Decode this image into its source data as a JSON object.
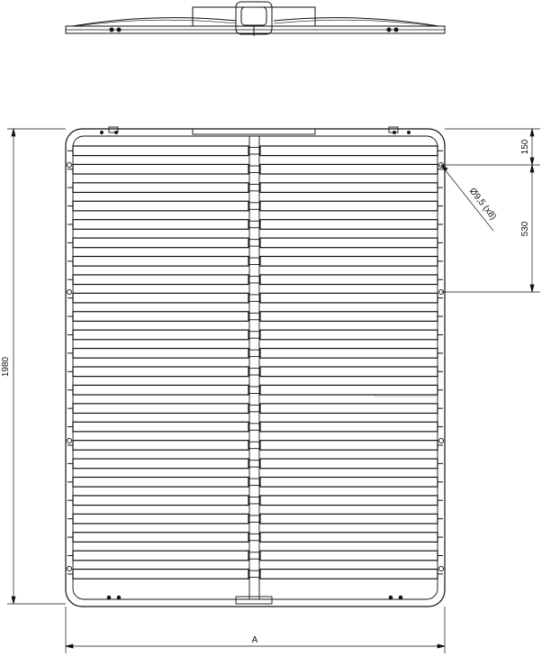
{
  "dimensions": {
    "overall_length": "1980",
    "top_offset": "150",
    "hole_spacing": "530",
    "width": "A",
    "hole_spec": "Ø9,5 (x8)"
  },
  "drawing": {
    "slat_rows": 24,
    "line_color": "#111111"
  }
}
